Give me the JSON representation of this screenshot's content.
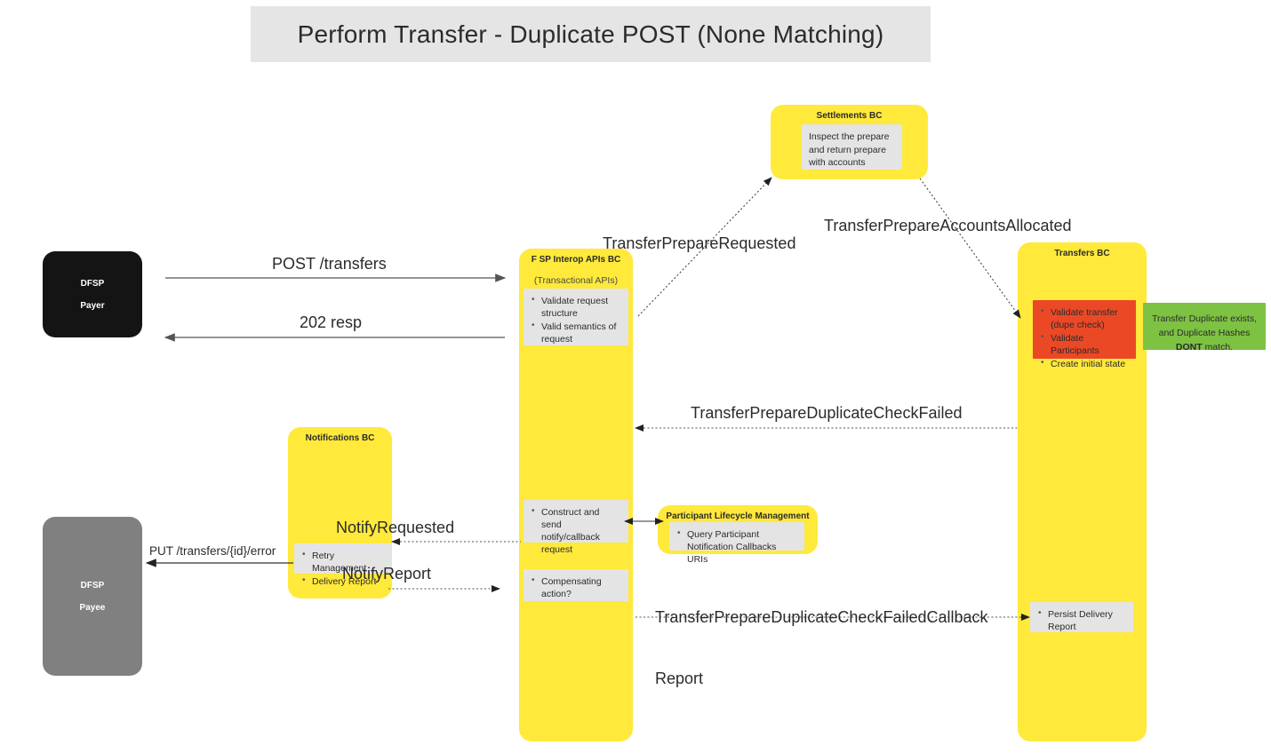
{
  "title": "Perform Transfer - Duplicate POST (None Matching)",
  "actors": {
    "payer": {
      "line1": "DFSP",
      "line2": "Payer"
    },
    "payee": {
      "line1": "DFSP",
      "line2": "Payee"
    }
  },
  "lanes": {
    "fsp_interop": {
      "title": "F SP Interop APIs BC",
      "subtitle": "(Transactional APIs)",
      "note_validate": [
        "Validate request structure",
        "Valid semantics of request"
      ],
      "note_notify": [
        "Construct and send notify/callback request"
      ],
      "note_compensate": [
        "Compensating action?"
      ]
    },
    "settlements": {
      "title": "Settlements BC",
      "note": "Inspect the prepare and return prepare with accounts"
    },
    "transfers": {
      "title": "Transfers BC",
      "note_validate": [
        "Validate transfer (dupe check)",
        "Validate Participants",
        "Create initial state"
      ],
      "note_duplicate_pre": "Transfer Duplicate exists, and Duplicate Hashes ",
      "note_duplicate_strong": "DONT",
      "note_duplicate_post": " match.",
      "note_persist": [
        "Persist Delivery Report"
      ]
    },
    "notifications": {
      "title": "Notifications BC",
      "note": [
        "Retry Management",
        "Delivery Report"
      ]
    },
    "participant_lifecycle": {
      "title": "Participant Lifecycle Management",
      "note": [
        "Query Participant Notification Callbacks URIs"
      ]
    }
  },
  "messages": {
    "post_transfers": "POST /transfers",
    "resp_202": "202 resp",
    "transfer_prepare_requested": "TransferPrepareRequested",
    "transfer_prepare_accounts_allocated": "TransferPrepareAccountsAllocated",
    "transfer_prepare_duplicate_check_failed": "TransferPrepareDuplicateCheckFailed",
    "transfer_prepare_duplicate_check_failed_callback_report_line1": "TransferPrepareDuplicateCheckFailedCallback",
    "transfer_prepare_duplicate_check_failed_callback_report_line2": "Report",
    "notify_requested": "NotifyRequested",
    "notify_report": "NotifyReport",
    "put_transfers_error": "PUT /transfers/{id}/error"
  },
  "colors": {
    "lane_yellow": "#ffe93b",
    "note_grey": "#e4e4e4",
    "note_red": "#eb4926",
    "note_green": "#7dc242",
    "actor_payer": "#141414",
    "actor_payee": "#808080",
    "title_bg": "#e5e5e5"
  }
}
